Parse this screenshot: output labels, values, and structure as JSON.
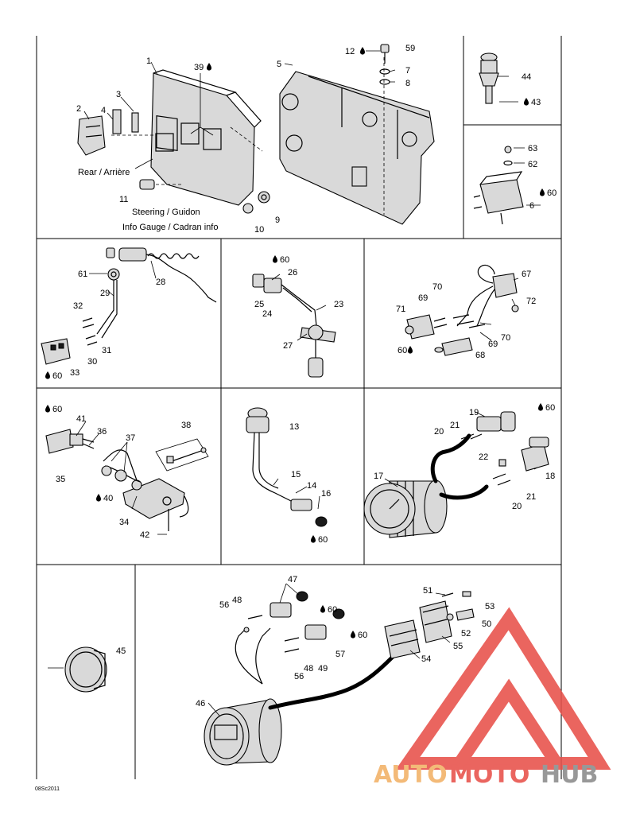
{
  "captions": {
    "rear": "Rear / Arrière",
    "steering": "Steering / Guidon",
    "info_gauge": "Info Gauge / Cadran info"
  },
  "drawing_code": "08Sc2011",
  "callouts": {
    "c1": "1",
    "c2": "2",
    "c3": "3",
    "c4": "4",
    "c5": "5",
    "c6": "6",
    "c7": "7",
    "c8": "8",
    "c9": "9",
    "c10": "10",
    "c11": "11",
    "c12": "12",
    "c13": "13",
    "c14": "14",
    "c15": "15",
    "c16": "16",
    "c17": "17",
    "c18": "18",
    "c19": "19",
    "c20a": "20",
    "c20b": "20",
    "c21a": "21",
    "c21b": "21",
    "c22": "22",
    "c23": "23",
    "c24": "24",
    "c25": "25",
    "c26": "26",
    "c27": "27",
    "c28": "28",
    "c29": "29",
    "c30": "30",
    "c31": "31",
    "c32": "32",
    "c33": "33",
    "c34": "34",
    "c35": "35",
    "c36": "36",
    "c37": "37",
    "c38": "38",
    "c39": "39",
    "c40": "40",
    "c41": "41",
    "c42": "42",
    "c43": "43",
    "c44": "44",
    "c45": "45",
    "c46": "46",
    "c47": "47",
    "c48a": "48",
    "c48b": "48",
    "c49": "49",
    "c50": "50",
    "c51": "51",
    "c52": "52",
    "c53": "53",
    "c54": "54",
    "c55": "55",
    "c56a": "56",
    "c56b": "56",
    "c57": "57",
    "c59": "59",
    "c60a": "60",
    "c60b": "60",
    "c60c": "60",
    "c60d": "60",
    "c60e": "60",
    "c60f": "60",
    "c60g": "60",
    "c60h": "60",
    "c60i": "60",
    "c61": "61",
    "c62": "62",
    "c63": "63",
    "c67": "67",
    "c68": "68",
    "c69a": "69",
    "c69b": "69",
    "c70a": "70",
    "c70b": "70",
    "c71": "71",
    "c72": "72"
  },
  "watermark": {
    "part1": "AUTO",
    "part2": "MOTO",
    "part3": "HUB",
    "color_orange": "#f2b166",
    "color_red": "#e8504a",
    "color_gray": "#8a8a8a"
  }
}
